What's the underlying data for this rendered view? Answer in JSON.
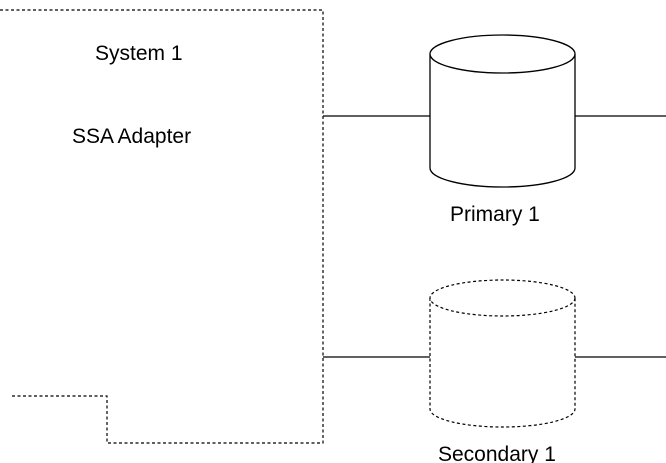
{
  "diagram": {
    "system_title": "System 1",
    "adapter_label": "SSA Adapter",
    "primary_disk_label": "Primary 1",
    "secondary_disk_label": "Secondary 1"
  }
}
